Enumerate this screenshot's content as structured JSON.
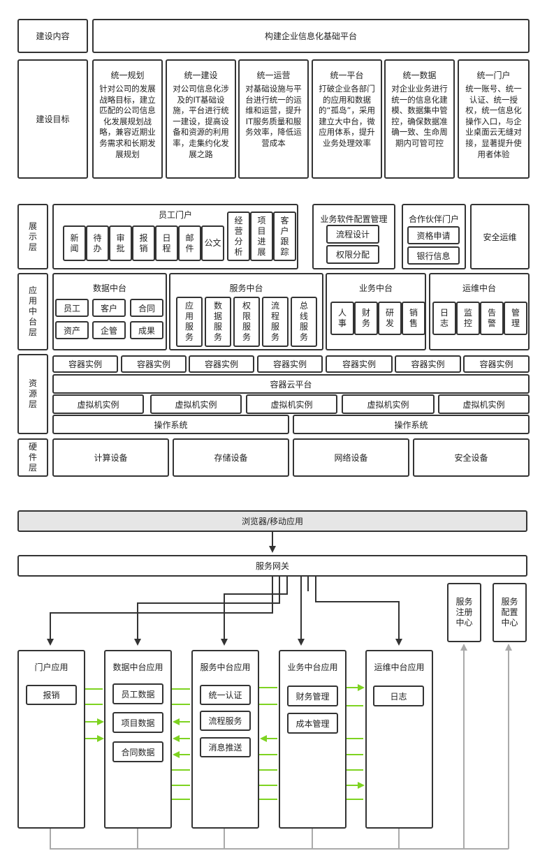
{
  "goals": {
    "content_label": "建设内容",
    "content_value": "构建企业信息化基础平台",
    "goal_label": "建设目标",
    "cards": [
      {
        "title": "统一规划",
        "body": "针对公司的发展战略目标，建立匹配的公司信息化发展规划战略，兼容近期业务需求和长期发展规划"
      },
      {
        "title": "统一建设",
        "body": "对公司信息化涉及的IT基础设施，平台进行统一建设，提高设备和资源的利用率，走集约化发展之路"
      },
      {
        "title": "统一运营",
        "body": "对基础设施与平台进行统一的运维和运营，提升IT服务质量和服务效率，降低运营成本"
      },
      {
        "title": "统一平台",
        "body": "打破企业各部门的应用和数据的“孤岛”，采用建立大中台，微应用体系，提升业务处理效率"
      },
      {
        "title": "统一数据",
        "body": "对企业业务进行统一的信息化建模、数据集中管控，确保数据准确一致、生命周期内可管可控"
      },
      {
        "title": "统一门户",
        "body": "统一账号、统一认证、统一授权，统一信息化操作入口，与企业桌面云无缝对接，显著提升使用者体验"
      }
    ]
  },
  "layers": {
    "display": {
      "label": "展示层",
      "portal": {
        "title": "员工门户",
        "items": [
          "新闻",
          "待办",
          "审批",
          "报销",
          "日程",
          "邮件",
          "公文"
        ],
        "extra": [
          "经营分析",
          "项目进展",
          "客户跟踪"
        ]
      },
      "software": {
        "title": "业务软件配置管理",
        "items": [
          "流程设计",
          "权限分配"
        ]
      },
      "partner": {
        "title": "合作伙伴门户",
        "items": [
          "资格申请",
          "银行信息"
        ]
      },
      "security": "安全运维"
    },
    "middle": {
      "label": "应用中台层",
      "data": {
        "title": "数据中台",
        "items": [
          "员工",
          "客户",
          "合同",
          "资产",
          "企管",
          "成果"
        ]
      },
      "service": {
        "title": "服务中台",
        "items": [
          "应用服务",
          "数据服务",
          "权限服务",
          "流程服务",
          "总线服务"
        ]
      },
      "business": {
        "title": "业务中台",
        "items": [
          "人事",
          "财务",
          "研发",
          "销售"
        ]
      },
      "ops": {
        "title": "运维中台",
        "items": [
          "日志",
          "监控",
          "告警",
          "管理"
        ]
      }
    },
    "resource": {
      "label": "资源层",
      "containers": [
        "容器实例",
        "容器实例",
        "容器实例",
        "容器实例",
        "容器实例",
        "容器实例",
        "容器实例"
      ],
      "container_platform": "容器云平台",
      "vms": [
        "虚拟机实例",
        "虚拟机实例",
        "虚拟机实例",
        "虚拟机实例",
        "虚拟机实例"
      ],
      "os": [
        "操作系统",
        "操作系统"
      ]
    },
    "hardware": {
      "label": "硬件层",
      "items": [
        "计算设备",
        "存储设备",
        "网络设备",
        "安全设备"
      ]
    }
  },
  "flow": {
    "browser": "浏览器/移动应用",
    "gateway": "服务网关",
    "registry": "服务注册中心",
    "config": "服务配置中心",
    "apps": [
      {
        "title": "门户应用",
        "items": [
          "报销"
        ]
      },
      {
        "title": "数据中台应用",
        "items": [
          "员工数据",
          "项目数据",
          "合同数据"
        ]
      },
      {
        "title": "服务中台应用",
        "items": [
          "统一认证",
          "流程服务",
          "消息推送"
        ]
      },
      {
        "title": "业务中台应用",
        "items": [
          "财务管理",
          "成本管理"
        ]
      },
      {
        "title": "运维中台应用",
        "items": [
          "日志"
        ]
      }
    ]
  },
  "colors": {
    "border": "#333333",
    "green_arrow": "#7ed321",
    "gray_line": "#aaaaaa",
    "browser_fill": "#e6e6e6"
  }
}
